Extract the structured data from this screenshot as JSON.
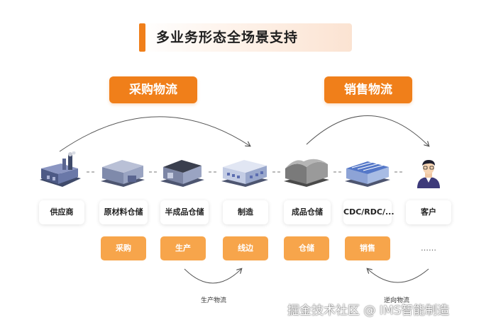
{
  "title": "多业务形态全场景支持",
  "groups": {
    "purchase": "采购物流",
    "sales": "销售物流"
  },
  "nodes": [
    "供应商",
    "原材料仓储",
    "半成品仓储",
    "制造",
    "成品仓储",
    "CDC/RDC/...",
    "客户"
  ],
  "activities": [
    "采购",
    "生产",
    "线边",
    "仓储",
    "销售",
    "……"
  ],
  "flows": {
    "production": "生产物流",
    "reverse": "逆向物流"
  },
  "watermark": "掘金技术社区 @ IMS智能制造",
  "colors": {
    "accent": "#f07f1a",
    "activity": "#f7a54b",
    "arc": "#555555"
  },
  "icons": [
    "factory-icon",
    "warehouse-icon",
    "warehouse-dark-icon",
    "office-building-icon",
    "storage-shed-icon",
    "distribution-center-icon",
    "person-icon"
  ]
}
